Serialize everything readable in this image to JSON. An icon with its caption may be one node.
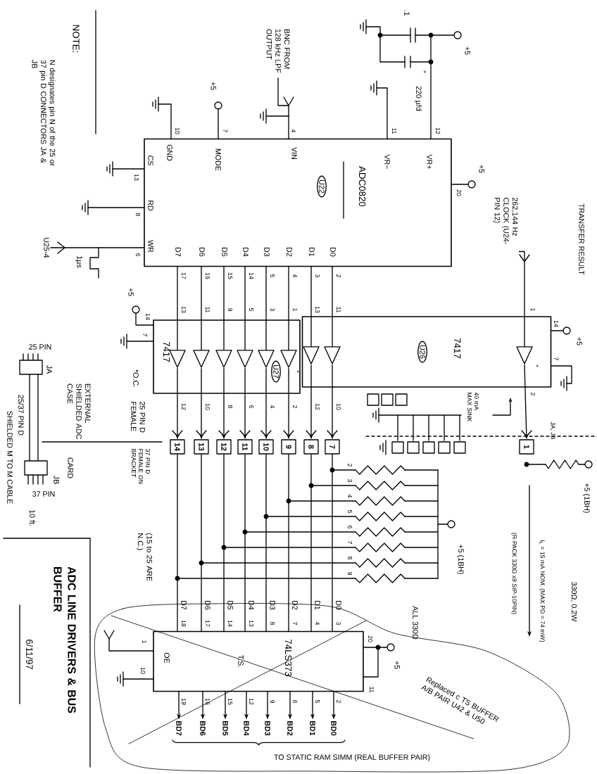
{
  "diagram": {
    "title": "ADC LINE DRIVERS & BUS BUFFER",
    "nodes": [
      {
        "text": [
          "ADC0820"
        ]
      },
      {
        "text": [
          "7417"
        ]
      },
      {
        "text": [
          "7417"
        ]
      },
      {
        "text": [
          "74LS373"
        ]
      },
      {
        "text": [
          "14"
        ]
      },
      {
        "text": [
          "13"
        ]
      },
      {
        "text": [
          "12"
        ]
      },
      {
        "text": [
          "11"
        ]
      },
      {
        "text": [
          "10"
        ]
      },
      {
        "text": [
          "9"
        ]
      },
      {
        "text": [
          "8"
        ]
      },
      {
        "text": [
          "7"
        ]
      },
      {
        "text": [
          "1"
        ]
      },
      {
        "text": [],
        "shape": "triangle",
        "in": 1
      },
      {
        "text": [],
        "shape": "triangle",
        "in": 1
      },
      {
        "text": [],
        "shape": "triangle",
        "in": 1
      },
      {
        "text": [],
        "shape": "triangle",
        "in": 1
      },
      {
        "text": [],
        "shape": "triangle",
        "in": 1
      },
      {
        "text": [],
        "shape": "triangle",
        "in": 1
      },
      {
        "text": [],
        "shape": "triangle",
        "in": 2
      },
      {
        "text": [],
        "shape": "triangle",
        "in": 2
      },
      {
        "text": [],
        "shape": "triangle",
        "in": 2
      },
      {
        "text": [
          "262,144 Hz CLOCK (U24-PIN 12)"
        ]
      },
      {
        "text": [
          "BNC FROM 128 kHz LPF OUTPUT"
        ]
      },
      {
        "text": [
          "U25-4"
        ]
      },
      {
        "text": [
          "BD7"
        ]
      },
      {
        "text": [
          "BD6"
        ]
      },
      {
        "text": [
          "BD5"
        ]
      },
      {
        "text": [
          "BD4"
        ]
      },
      {
        "text": [
          "BD3"
        ]
      },
      {
        "text": [
          "BD2"
        ]
      },
      {
        "text": [
          "BD1"
        ]
      },
      {
        "text": [
          "BD0"
        ]
      }
    ],
    "edges": [
      {
        "from": 0,
        "to": 13,
        "arrow": "none"
      },
      {
        "from": 0,
        "to": 14,
        "arrow": "none"
      },
      {
        "from": 0,
        "to": 15,
        "arrow": "none"
      },
      {
        "from": 0,
        "to": 16,
        "arrow": "none"
      },
      {
        "from": 0,
        "to": 17,
        "arrow": "none"
      },
      {
        "from": 0,
        "to": 18,
        "arrow": "none"
      },
      {
        "from": 0,
        "to": 19,
        "arrow": "none"
      },
      {
        "from": 0,
        "to": 20,
        "arrow": "none"
      },
      {
        "from": 13,
        "to": 4,
        "arrow": "to"
      },
      {
        "from": 14,
        "to": 5,
        "arrow": "to"
      },
      {
        "from": 15,
        "to": 6,
        "arrow": "to"
      },
      {
        "from": 16,
        "to": 7,
        "arrow": "to"
      },
      {
        "from": 17,
        "to": 8,
        "arrow": "to"
      },
      {
        "from": 18,
        "to": 9,
        "arrow": "to"
      },
      {
        "from": 19,
        "to": 10,
        "arrow": "to"
      },
      {
        "from": 20,
        "to": 11,
        "arrow": "to"
      },
      {
        "from": 4,
        "to": 3,
        "arrow": "none"
      },
      {
        "from": 5,
        "to": 3,
        "arrow": "none"
      },
      {
        "from": 6,
        "to": 3,
        "arrow": "none"
      },
      {
        "from": 7,
        "to": 3,
        "arrow": "none"
      },
      {
        "from": 8,
        "to": 3,
        "arrow": "none"
      },
      {
        "from": 9,
        "to": 3,
        "arrow": "none"
      },
      {
        "from": 10,
        "to": 3,
        "arrow": "none"
      },
      {
        "from": 11,
        "to": 3,
        "arrow": "none"
      },
      {
        "from": 22,
        "to": 21,
        "arrow": "none"
      },
      {
        "from": 21,
        "to": 12,
        "arrow": "to"
      },
      {
        "from": 23,
        "to": 0,
        "arrow": "none"
      },
      {
        "from": 24,
        "to": 0,
        "arrow": "none"
      },
      {
        "from": 3,
        "to": 25,
        "arrow": "to"
      },
      {
        "from": 3,
        "to": 26,
        "arrow": "to"
      },
      {
        "from": 3,
        "to": 27,
        "arrow": "to"
      },
      {
        "from": 3,
        "to": 28,
        "arrow": "to"
      },
      {
        "from": 3,
        "to": 29,
        "arrow": "to"
      },
      {
        "from": 3,
        "to": 30,
        "arrow": "to"
      },
      {
        "from": 3,
        "to": 31,
        "arrow": "to"
      },
      {
        "from": 3,
        "to": 32,
        "arrow": "to"
      }
    ],
    "labels": [
      "NOTE:",
      "N designates pin N of the 25 or 37 pin D CONNECTORS JA & JB",
      "+5",
      "10",
      "7",
      "4",
      ".1",
      "+5",
      "220 µfd",
      "+",
      "11",
      "12",
      "GND",
      "MODE",
      "VIN",
      "VR−",
      "VR+",
      "U22",
      "CS",
      "13",
      "RD",
      "8",
      "WR",
      "6",
      "1µs",
      "+5",
      "20",
      "D7",
      "D6",
      "D5",
      "D4",
      "D3",
      "D2",
      "D1",
      "D0",
      "17",
      "16",
      "15",
      "14",
      "5",
      "4",
      "3",
      "2",
      "TRANSFER RESULT",
      "+5",
      "14",
      "7",
      "*O.C.",
      "U27",
      "*",
      "13",
      "11",
      "9",
      "5",
      "3",
      "1",
      "12",
      "10",
      "8",
      "6",
      "4",
      "2",
      "13",
      "11",
      "12",
      "10",
      "U26",
      "1",
      "*",
      "2",
      "14",
      "+5",
      "7",
      "25 PIN",
      "JA",
      "25/37 PIN D",
      "SHIELDED M TO M CABLE",
      "JB",
      "37 PIN",
      "10 ft.",
      "EXTERNAL SHIELDED ADC CASE",
      "CARD",
      "25 PIN D FEMALE",
      "37 PIN D FEMALE ON BRACKET",
      "(15 to 25 ARE N.C.)",
      "40 mA MAX SINK",
      "JA, JB",
      "+5 (1BH)",
      "I$_{L}$ = 15 mA NOM. (MAX PD = 74 mW)",
      "330Ω, 0.2W",
      "(R-PACK 330Ω x9 SIP-10PIN)",
      "2",
      "3",
      "4",
      "5",
      "6",
      "7",
      "8",
      "9",
      "+5 (1BH)",
      "ALL 330Ω",
      "D7",
      "D6",
      "D5",
      "D4",
      "D3",
      "D2",
      "D1",
      "D0",
      "18",
      "17",
      "14",
      "13",
      "8",
      "7",
      "4",
      "3",
      "1",
      "OE",
      "10",
      "T.S.",
      "20",
      "+5",
      "11",
      "19",
      "16",
      "15",
      "12",
      "9",
      "6",
      "5",
      "2",
      "TO STATIC RAM SIMM (REAL BUFFER PAIR)",
      "Replaced c TS BUFFER A/B PAIR U42 & U50",
      "6/11/97"
    ]
  }
}
